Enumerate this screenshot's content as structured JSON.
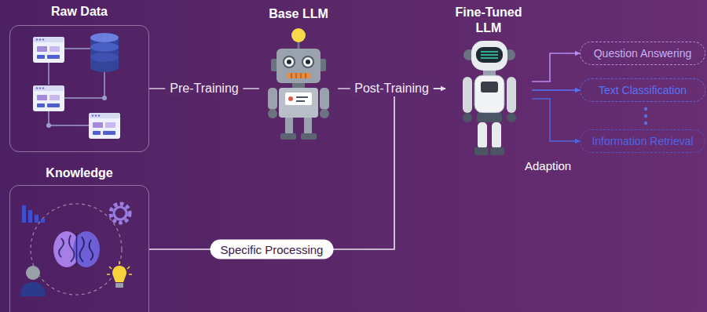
{
  "diagram": {
    "nodes": [
      {
        "text": [
          "Raw Data"
        ]
      },
      {
        "text": [
          "Knowledge"
        ]
      },
      {
        "text": [
          "Base LLM"
        ]
      },
      {
        "text": [
          "Fine-Tuned LLM"
        ]
      },
      {
        "text": [
          "Question Answering"
        ]
      },
      {
        "text": [
          "Text Classification"
        ]
      },
      {
        "text": [
          "Information Retrieval"
        ]
      }
    ],
    "edges": [
      {
        "from": 0,
        "to": 2,
        "label": "Pre-Training",
        "arrow": "none"
      },
      {
        "from": 2,
        "to": 3,
        "label": "Post-Training",
        "arrow": "none"
      },
      {
        "from": 1,
        "to": 3,
        "label": "Specific Processing",
        "arrow": "to"
      },
      {
        "from": 3,
        "to": 4,
        "arrow": "to"
      },
      {
        "from": 3,
        "to": 5,
        "arrow": "to"
      },
      {
        "from": 3,
        "to": 6,
        "arrow": "to"
      }
    ],
    "labels": [
      "Adaption"
    ]
  }
}
